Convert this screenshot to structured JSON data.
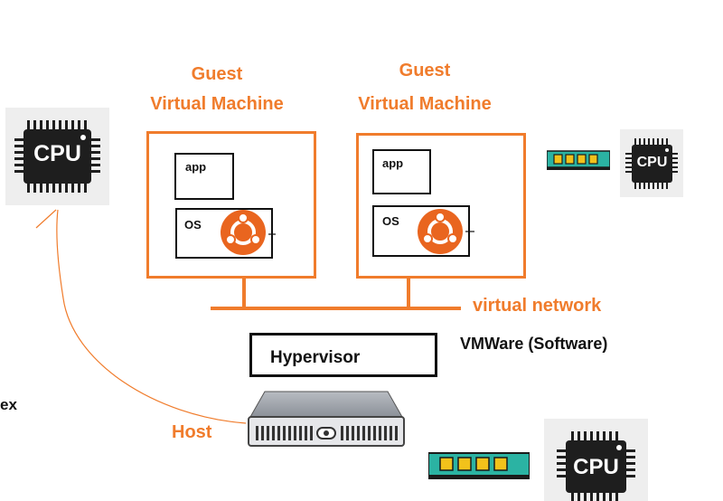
{
  "guests": [
    {
      "title_line1": "Guest",
      "title_line2": "Virtual Machine",
      "app_label": "app",
      "os_label": "OS"
    },
    {
      "title_line1": "Guest",
      "title_line2": "Virtual Machine",
      "app_label": "app",
      "os_label": "OS"
    }
  ],
  "network_label": "virtual network",
  "hypervisor_label": "Hypervisor",
  "vmware_label": "VMWare (Software)",
  "host_label": "Host",
  "cut_text": "ex",
  "cpu_text": "CPU",
  "colors": {
    "accent": "#f07c2c",
    "ram_green": "#2bb3a3",
    "ram_gold": "#f2c21b",
    "chip": "#1e1e1e"
  },
  "icons": [
    "cpu-icon",
    "ram-icon",
    "ubuntu-icon",
    "server-icon"
  ]
}
